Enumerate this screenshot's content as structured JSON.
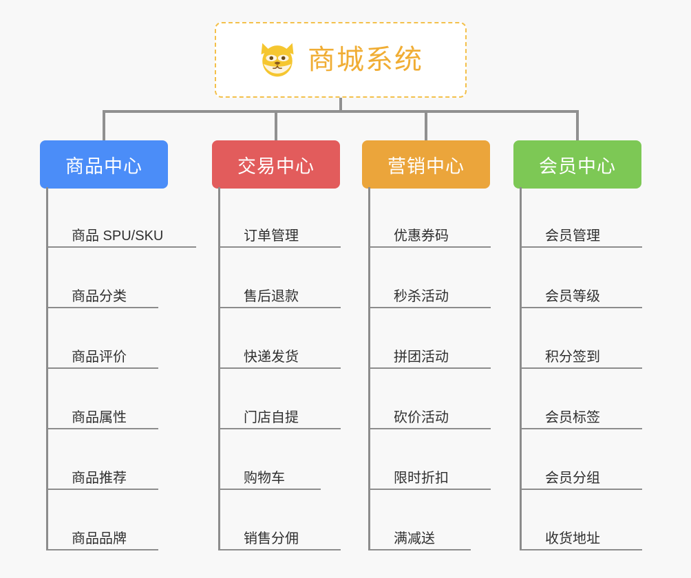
{
  "root": {
    "title": "商城系统",
    "icon": "shiba-dog-icon",
    "title_color": "#f0ad34",
    "border_color": "#f3c04a"
  },
  "colors": {
    "background": "#f8f8f8",
    "connector": "#909090",
    "item_text": "#2f2f2f",
    "item_rule": "#8c8c8c"
  },
  "columns": [
    {
      "title": "商品中心",
      "color": "#4b8df8",
      "items": [
        "商品 SPU/SKU",
        "商品分类",
        "商品评价",
        "商品属性",
        "商品推荐",
        "商品品牌"
      ]
    },
    {
      "title": "交易中心",
      "color": "#e25c5c",
      "items": [
        "订单管理",
        "售后退款",
        "快递发货",
        "门店自提",
        "购物车",
        "销售分佣"
      ]
    },
    {
      "title": "营销中心",
      "color": "#eba53b",
      "items": [
        "优惠券码",
        "秒杀活动",
        "拼团活动",
        "砍价活动",
        "限时折扣",
        "满减送"
      ]
    },
    {
      "title": "会员中心",
      "color": "#7dc855",
      "items": [
        "会员管理",
        "会员等级",
        "积分签到",
        "会员标签",
        "会员分组",
        "收货地址"
      ]
    }
  ]
}
